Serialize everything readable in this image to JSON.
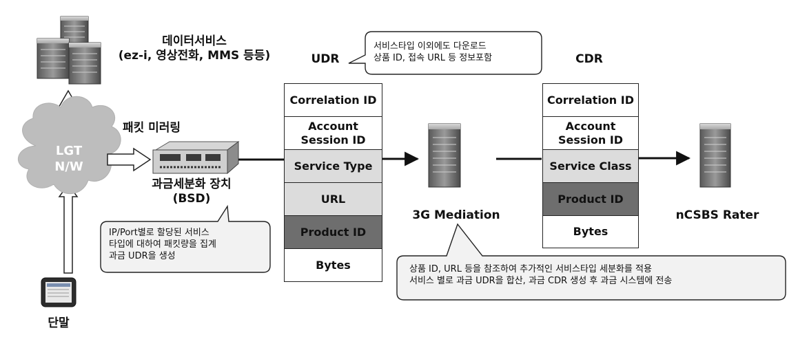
{
  "data_services": {
    "line1": "데이터서비스",
    "line2": "(ez-i, 영상전화, MMS 등등)"
  },
  "udr_title": "UDR",
  "cdr_title": "CDR",
  "bubble_udr": {
    "line1": "서비스타입 이외에도 다운로드",
    "line2": "상품 ID, 접속 URL 등 정보포함"
  },
  "packet_mirroring": "패킷 미러링",
  "cloud": {
    "line1": "LGT",
    "line2": "N/W"
  },
  "bsd": {
    "line1": "과금세분화 장치",
    "line2": "(BSD)"
  },
  "bubble_bsd": {
    "line1": "IP/Port별로 할당된 서비스",
    "line2": "타입에 대하여 패킷량을 집계",
    "line3": "과금 UDR을 생성"
  },
  "terminal": "단말",
  "mediation": "3G Mediation",
  "rater": "nCSBS Rater",
  "udr_fields": [
    {
      "label": "Correlation ID"
    },
    {
      "label": "Account\nSession ID"
    },
    {
      "label": "Service Type"
    },
    {
      "label": "URL"
    },
    {
      "label": "Product ID"
    },
    {
      "label": "Bytes"
    }
  ],
  "cdr_fields": [
    {
      "label": "Correlation ID"
    },
    {
      "label": "Account\nSession ID"
    },
    {
      "label": "Service Class"
    },
    {
      "label": "Product ID"
    },
    {
      "label": "Bytes"
    }
  ],
  "bubble_mediation": {
    "line1": "상품 ID, URL 등을 참조하여 추가적인 서비스타입 세분화를 적용",
    "line2": "서비스 별로 과금 UDR을 합산, 과금 CDR 생성 후 과금 시스템에 전송"
  },
  "colors": {
    "white_cell": "#ffffff",
    "light_cell": "#dcdcdc",
    "dark_cell": "#6e6e6e",
    "cloud": "#bdbdbd"
  }
}
